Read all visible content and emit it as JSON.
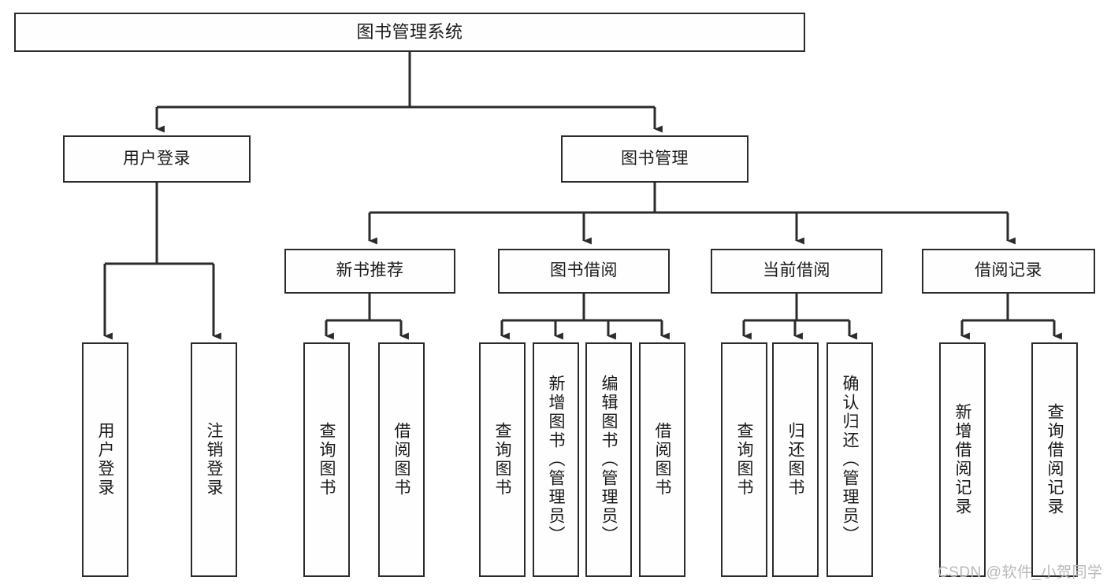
{
  "diagram": {
    "title": "图书管理系统",
    "type": "tree",
    "edge_color": "#2b2b2b",
    "node_border_color": "#2b2b2b",
    "node_fill_color": "#fefefe",
    "background_color": "#ffffff",
    "watermark": "CSDN @软件_小贺同学",
    "watermark_color": "#b9b9b9"
  },
  "nodes": {
    "root": {
      "label": "图书管理系统",
      "level": 1
    },
    "level2": [
      {
        "id": "user-login",
        "label": "用户登录"
      },
      {
        "id": "book-manage",
        "label": "图书管理"
      }
    ],
    "level3": [
      {
        "id": "new-book-rec",
        "label": "新书推荐",
        "parent": "book-manage"
      },
      {
        "id": "book-borrow",
        "label": "图书借阅",
        "parent": "book-manage"
      },
      {
        "id": "current-borrow",
        "label": "当前借阅",
        "parent": "book-manage"
      },
      {
        "id": "borrow-record",
        "label": "借阅记录",
        "parent": "book-manage"
      }
    ],
    "leaves": [
      {
        "id": "leaf-user-login",
        "label": "用户登录",
        "parent": "user-login"
      },
      {
        "id": "leaf-user-logout",
        "label": "注销登录",
        "parent": "user-login"
      },
      {
        "id": "leaf-query-book-rec",
        "label": "查询图书",
        "parent": "new-book-rec"
      },
      {
        "id": "leaf-borrow-book-rec",
        "label": "借阅图书",
        "parent": "new-book-rec"
      },
      {
        "id": "leaf-query-book-borrow",
        "label": "查询图书",
        "parent": "book-borrow"
      },
      {
        "id": "leaf-add-book",
        "label": "新增图书（管理员）",
        "parent": "book-borrow"
      },
      {
        "id": "leaf-edit-book",
        "label": "编辑图书（管理员）",
        "parent": "book-borrow"
      },
      {
        "id": "leaf-borrow-book",
        "label": "借阅图书",
        "parent": "book-borrow"
      },
      {
        "id": "leaf-query-book-current",
        "label": "查询图书",
        "parent": "current-borrow"
      },
      {
        "id": "leaf-return-book",
        "label": "归还图书",
        "parent": "current-borrow"
      },
      {
        "id": "leaf-confirm-return",
        "label": "确认归还（管理员）",
        "parent": "current-borrow"
      },
      {
        "id": "leaf-add-record",
        "label": "新增借阅记录",
        "parent": "borrow-record"
      },
      {
        "id": "leaf-query-record",
        "label": "查询借阅记录",
        "parent": "borrow-record"
      }
    ]
  }
}
